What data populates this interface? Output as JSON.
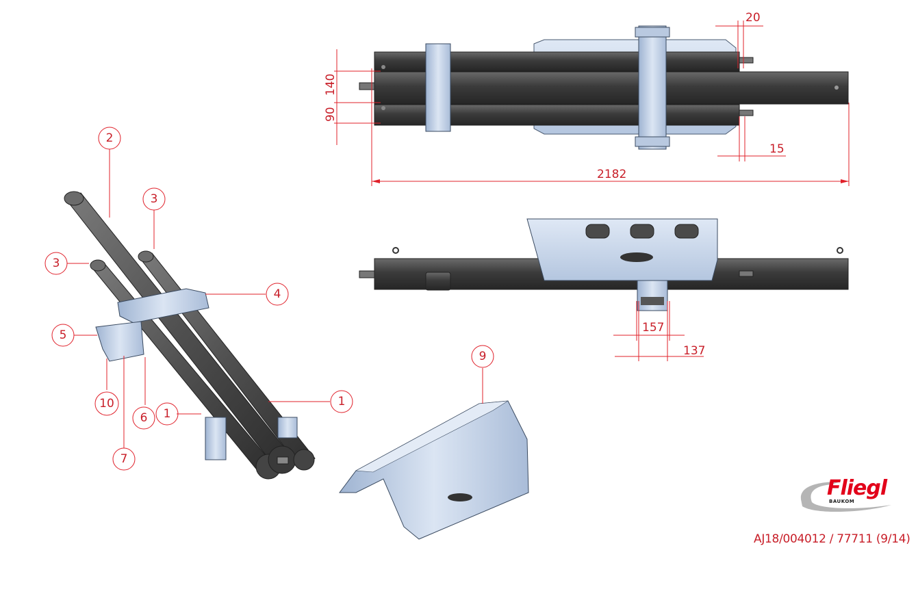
{
  "dimensions": {
    "d20": "20",
    "d140": "140",
    "d90": "90",
    "d15": "15",
    "d2182": "2182",
    "d157": "157",
    "d137": "137"
  },
  "callouts": {
    "c1a": "1",
    "c1b": "1",
    "c2": "2",
    "c3a": "3",
    "c3b": "3",
    "c4": "4",
    "c5": "5",
    "c6": "6",
    "c7": "7",
    "c9": "9",
    "c10": "10"
  },
  "logo": {
    "brand": "Fliegl",
    "sub": "BAUKOM"
  },
  "reference": "AJ18/004012 / 77711 (9/14)",
  "colors": {
    "dimension_red": "#e0202a",
    "tube_dark": "#3a3a3a",
    "panel_blue": "#c7d6ea",
    "brand_red": "#e2001a"
  }
}
